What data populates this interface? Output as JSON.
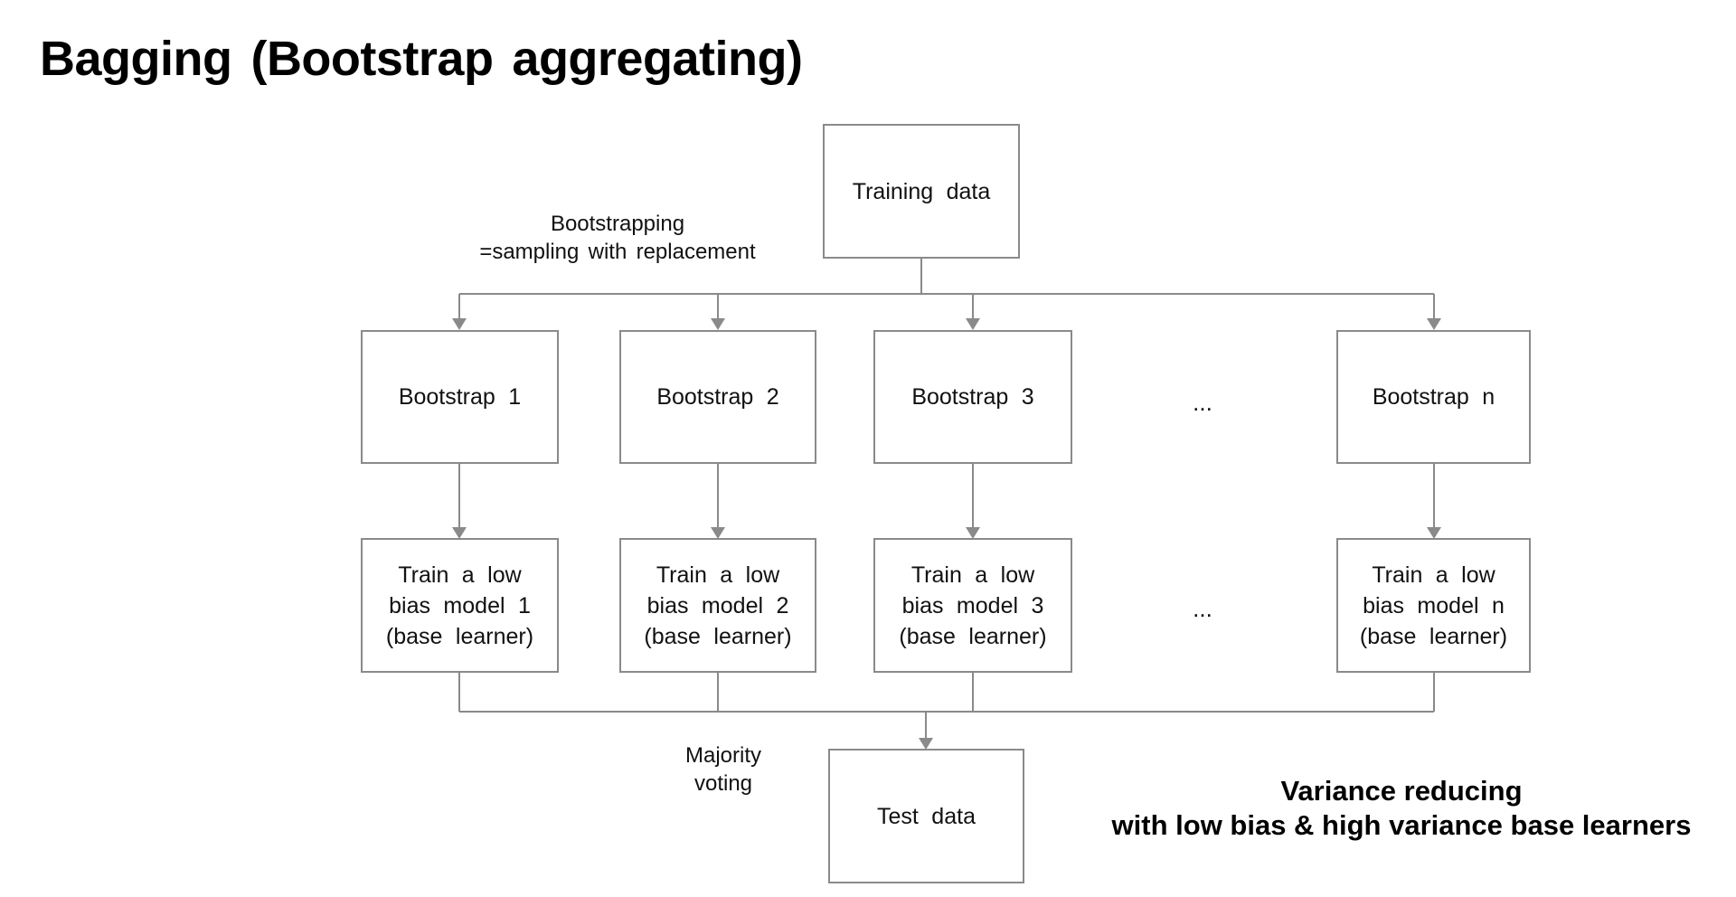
{
  "title": "Bagging (Bootstrap aggregating)",
  "nodes": {
    "training": "Training data",
    "test": "Test data"
  },
  "columns": [
    {
      "bootstrap": "Bootstrap 1",
      "model_lines": [
        "Train a low",
        "bias model 1",
        "(base learner)"
      ]
    },
    {
      "bootstrap": "Bootstrap 2",
      "model_lines": [
        "Train a low",
        "bias model 2",
        "(base learner)"
      ]
    },
    {
      "bootstrap": "Bootstrap 3",
      "model_lines": [
        "Train a low",
        "bias model 3",
        "(base learner)"
      ]
    },
    {
      "bootstrap": "Bootstrap n",
      "model_lines": [
        "Train a low",
        "bias model n",
        "(base learner)"
      ]
    }
  ],
  "annotations": {
    "bootstrapping_line1": "Bootstrapping",
    "bootstrapping_line2": "=sampling with replacement",
    "ellipsis_row1": "...",
    "ellipsis_row2": "...",
    "majority_line1": "Majority",
    "majority_line2": "voting",
    "note_line1": "Variance reducing",
    "note_line2": "with low bias & high variance base learners"
  },
  "colors": {
    "line": "#8a8a8a",
    "box_border": "#8a8a8a",
    "text": "#111111",
    "title": "#000000",
    "background": "#ffffff"
  }
}
